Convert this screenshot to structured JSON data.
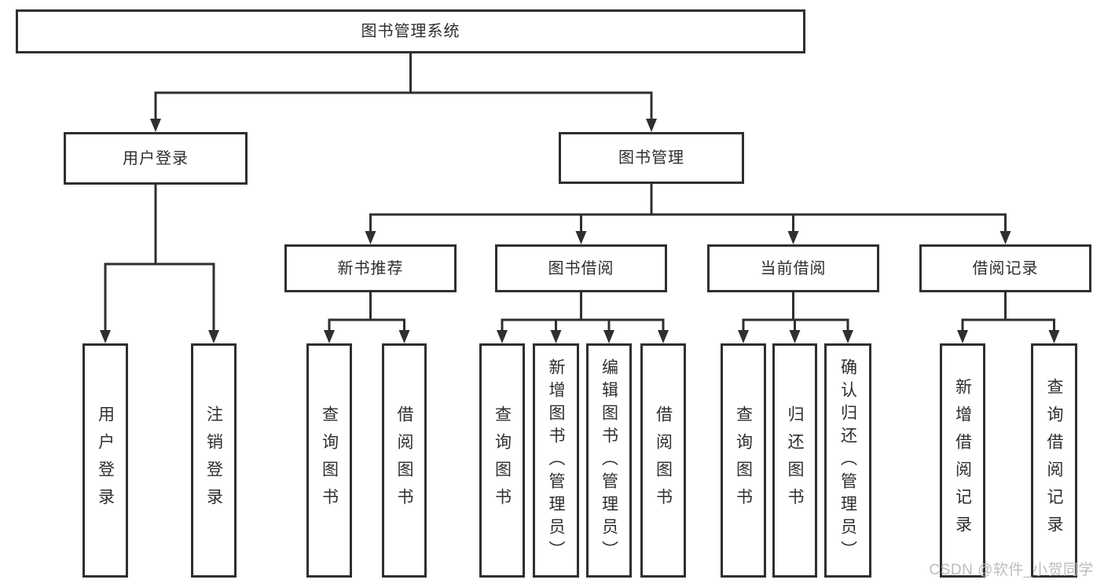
{
  "diagram": {
    "root": {
      "id": "root",
      "label": "图书管理系统",
      "children": [
        {
          "id": "user-login",
          "label": "用户登录",
          "children": [
            {
              "id": "login-action",
              "label": "用户登录"
            },
            {
              "id": "logout-action",
              "label": "注销登录"
            }
          ]
        },
        {
          "id": "book-mgmt",
          "label": "图书管理",
          "children": [
            {
              "id": "new-book-rec",
              "label": "新书推荐",
              "children": [
                {
                  "id": "rec-query-book",
                  "label": "查询图书"
                },
                {
                  "id": "rec-borrow-book",
                  "label": "借阅图书"
                }
              ]
            },
            {
              "id": "book-borrow",
              "label": "图书借阅",
              "children": [
                {
                  "id": "borrow-query-book",
                  "label": "查询图书"
                },
                {
                  "id": "borrow-add-book",
                  "label": "新增图书（管理员）"
                },
                {
                  "id": "borrow-edit-book",
                  "label": "编辑图书（管理员）"
                },
                {
                  "id": "borrow-borrow-book",
                  "label": "借阅图书"
                }
              ]
            },
            {
              "id": "current-borrow",
              "label": "当前借阅",
              "children": [
                {
                  "id": "cur-query-book",
                  "label": "查询图书"
                },
                {
                  "id": "cur-return-book",
                  "label": "归还图书"
                },
                {
                  "id": "cur-confirm-return",
                  "label": "确认归还（管理员）"
                }
              ]
            },
            {
              "id": "borrow-records",
              "label": "借阅记录",
              "children": [
                {
                  "id": "add-borrow-record",
                  "label": "新增借阅记录"
                },
                {
                  "id": "query-borrow-record",
                  "label": "查询借阅记录"
                }
              ]
            }
          ]
        }
      ]
    }
  },
  "watermark": {
    "text": "CSDN @软件_小贺同学"
  },
  "colors": {
    "line": "#2f2f2f",
    "text": "#2e2e2e",
    "watermark": "#b6b6b6",
    "background": "#ffffff"
  }
}
